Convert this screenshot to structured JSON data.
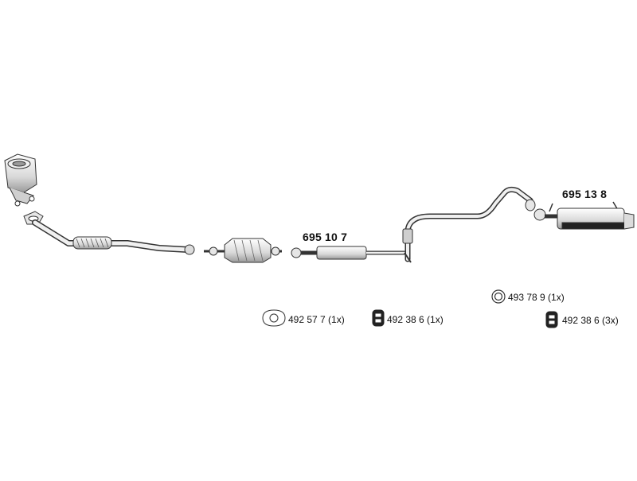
{
  "part_labels": {
    "middle_silencer": "695 10 7",
    "rear_silencer": "695 13 8"
  },
  "accessories": {
    "gasket": "492 57 7 (1x)",
    "rubber_mount_1": "492 38 6 (1x)",
    "ring": "493 78 9 (1x)",
    "rubber_mount_3": "492 38 6 (3x)"
  },
  "icons": {
    "gasket": "flange-gasket-icon",
    "rubber_mount": "rubber-mount-icon",
    "ring": "ring-icon"
  },
  "colors": {
    "line": "#333333",
    "fill": "#e6e6e6",
    "dark": "#222222"
  }
}
